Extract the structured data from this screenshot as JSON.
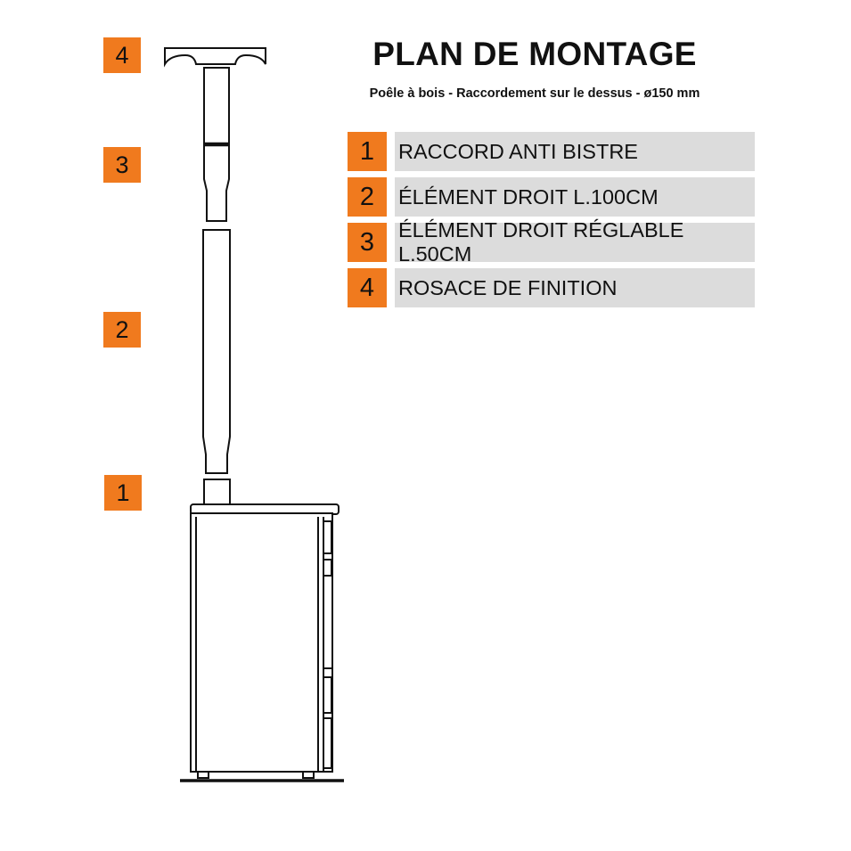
{
  "header": {
    "title": "PLAN DE MONTAGE",
    "subtitle": "Poêle à bois - Raccordement sur le dessus - ø150 mm"
  },
  "legend": [
    {
      "num": "1",
      "label": "RACCORD ANTI BISTRE"
    },
    {
      "num": "2",
      "label": "ÉLÉMENT DROIT L.100CM"
    },
    {
      "num": "3",
      "label": "ÉLÉMENT DROIT RÉGLABLE L.50CM"
    },
    {
      "num": "4",
      "label": "ROSACE DE FINITION"
    }
  ],
  "badges": {
    "rosace": "4",
    "adjustable": "3",
    "straight": "2",
    "connector": "1"
  },
  "colors": {
    "accent": "#f07a1e",
    "label_bg": "#dcdcdc",
    "line": "#111111"
  }
}
